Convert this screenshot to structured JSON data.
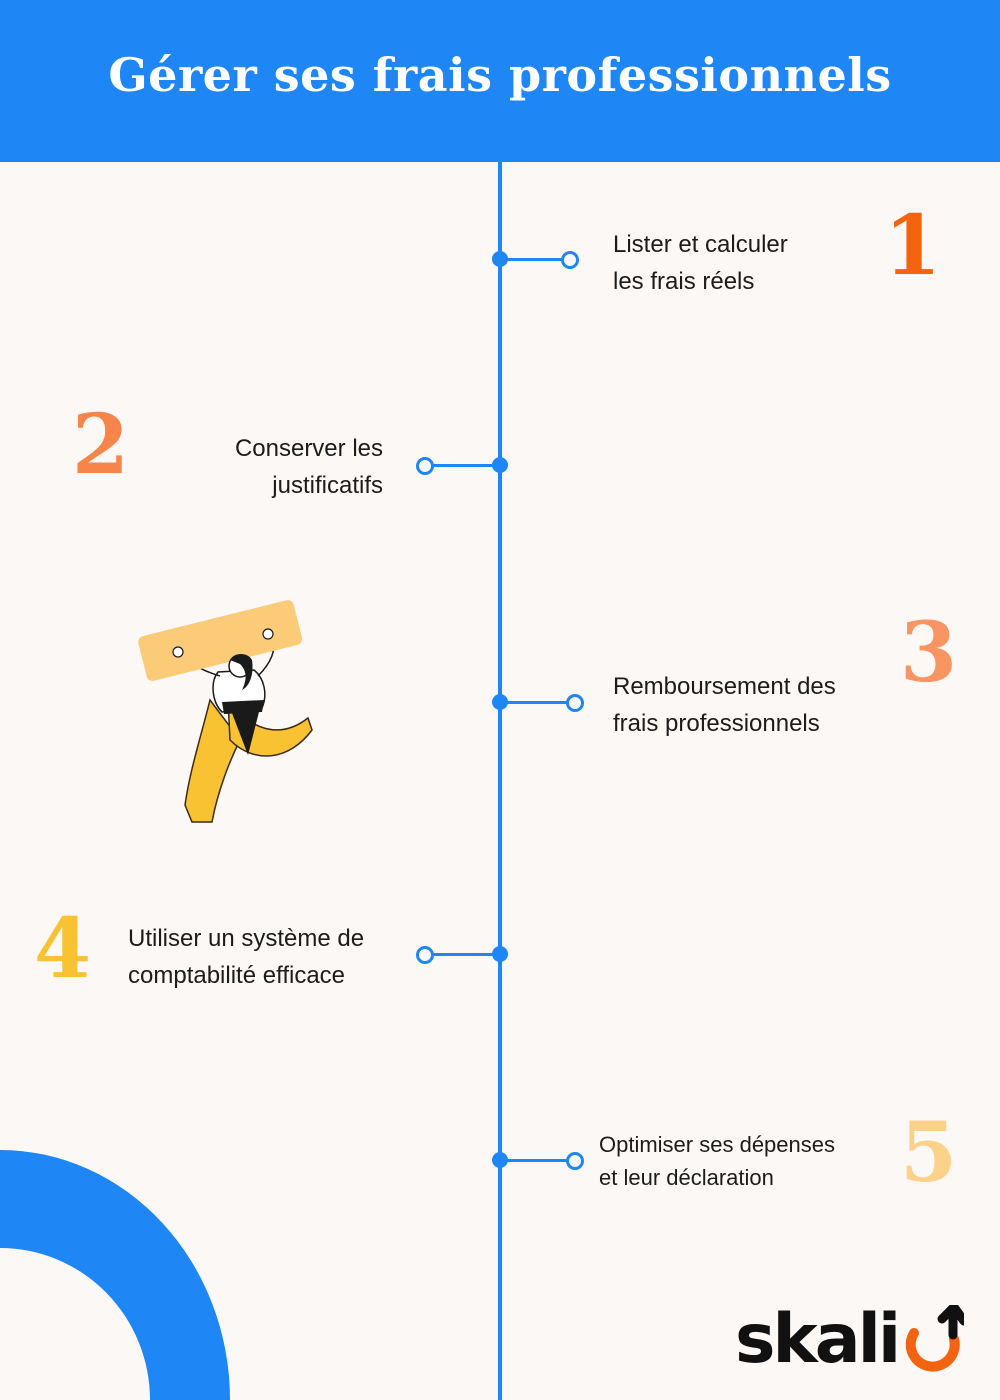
{
  "title": "Gérer ses frais professionnels",
  "colors": {
    "header_bg": "#1f86f6",
    "timeline": "#1f86f6",
    "num1": "#f46410",
    "num2": "#f7844a",
    "num3": "#f99562",
    "num4": "#f8c233",
    "num5": "#fcd28b"
  },
  "steps": [
    {
      "number": "1",
      "lines": [
        "Lister et calculer",
        "les frais réels"
      ]
    },
    {
      "number": "2",
      "lines": [
        "Conserver les",
        "justificatifs"
      ]
    },
    {
      "number": "3",
      "lines": [
        "Remboursement des",
        "frais professionnels"
      ]
    },
    {
      "number": "4",
      "lines": [
        "Utiliser un système de",
        "comptabilité efficace"
      ]
    },
    {
      "number": "5",
      "lines": [
        "Optimiser ses dépenses",
        "et leur déclaration"
      ]
    }
  ],
  "illustration": "person-carrying-box-icon",
  "logo": {
    "text": "skali",
    "mark": "circle-arrow-up-icon"
  }
}
